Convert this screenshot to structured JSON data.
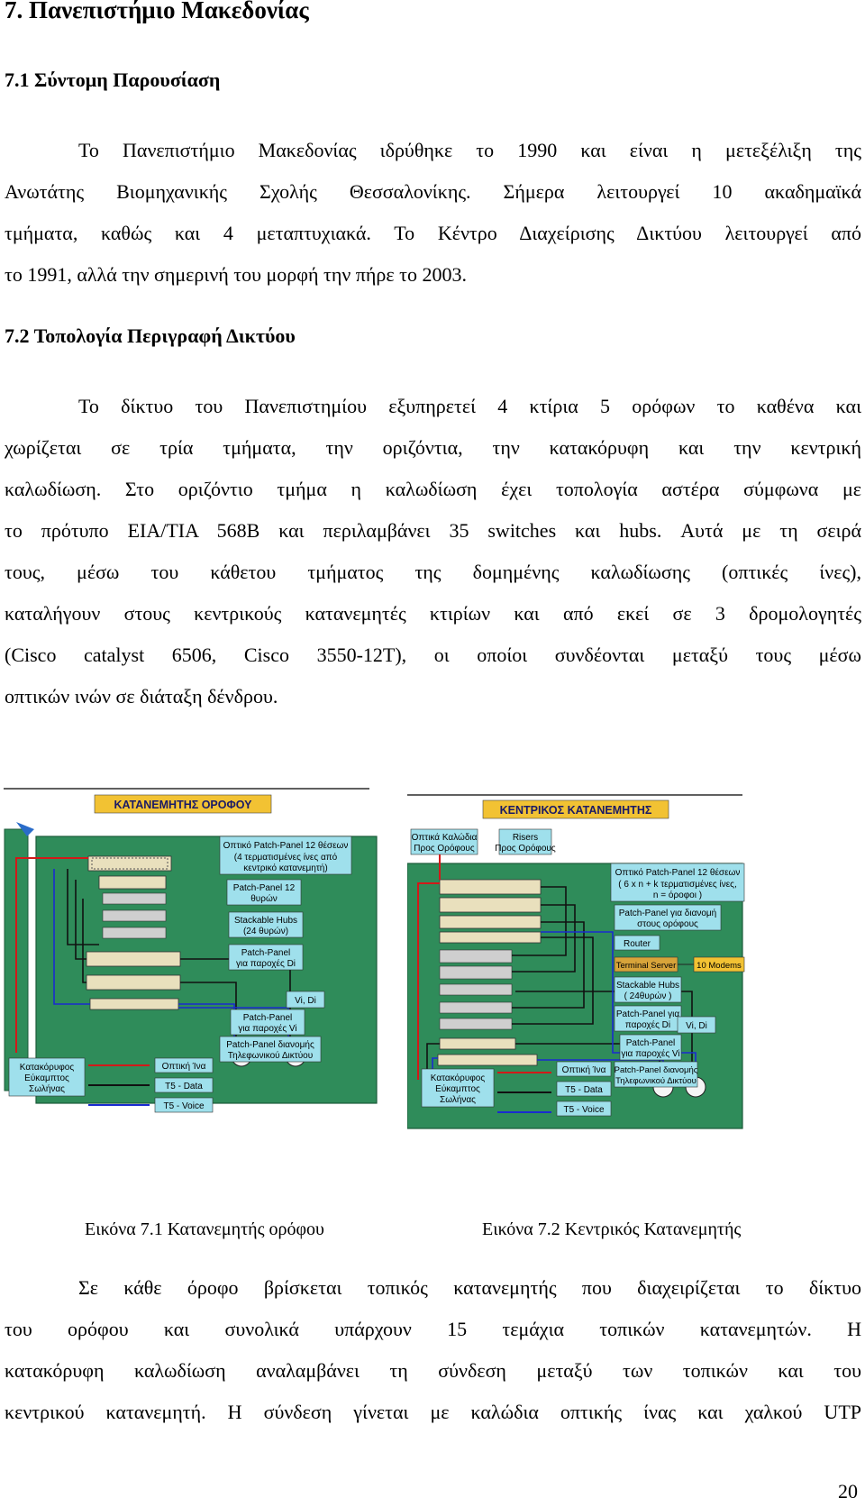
{
  "heading": "7. Πανεπιστήμιο Μακεδονίας",
  "section1": {
    "title": "7.1 Σύντομη Παρουσίαση",
    "lines": [
      "Το Πανεπιστήμιο Μακεδονίας ιδρύθηκε το 1990 και είναι η μετεξέλιξη της",
      "Ανωτάτης Βιομηχανικής Σχολής Θεσσαλονίκης. Σήμερα λειτουργεί 10 ακαδημαϊκά",
      "τμήματα, καθώς και 4 μεταπτυχιακά. Το Κέντρο Διαχείρισης Δικτύου λειτουργεί από",
      "το 1991, αλλά την σημερινή του μορφή την πήρε το 2003."
    ]
  },
  "section2": {
    "title": "7.2 Τοπολογία Περιγραφή Δικτύου",
    "lines": [
      "Το δίκτυο του Πανεπιστημίου εξυπηρετεί 4 κτίρια 5 ορόφων το καθένα και",
      "χωρίζεται σε τρία τμήματα, την οριζόντια, την κατακόρυφη και την κεντρική",
      "καλωδίωση. Στο οριζόντιο τμήμα η καλωδίωση έχει τοπολογία αστέρα σύμφωνα με",
      "το πρότυπο EIA/TIA 568B και περιλαμβάνει 35 switches και hubs. Αυτά με τη σειρά",
      "τους, μέσω του κάθετου τμήματος της δομημένης καλωδίωσης (οπτικές ίνες),",
      "καταλήγουν στους κεντρικούς κατανεμητές κτιρίων και από εκεί σε 3 δρομολογητές",
      "(Cisco catalyst 6506, Cisco 3550-12T), οι οποίοι συνδέονται μεταξύ τους μέσω",
      "οπτικών ινών σε διάταξη δένδρου."
    ]
  },
  "figure1": {
    "title": "ΚΑΤΑΝΕΜΗΤΗΣ ΟΡΟΦΟΥ",
    "labels": {
      "optical_patch": [
        "Οπτικό Patch-Panel 12 θέσεων",
        "(4 τερματισμένες ίνες από",
        "κεντρικό κατανεμητή)"
      ],
      "patch12": [
        "Patch-Panel 12",
        "θυρών"
      ],
      "stackable": [
        "Stackable Hubs",
        "(24 θυρών)"
      ],
      "patch_di": [
        "Patch-Panel",
        "για παροχές Di"
      ],
      "vi_di": "Vi, Di",
      "patch_vi": [
        "Patch-Panel",
        "για παροχές Vi"
      ],
      "patch_phone": [
        "Patch-Panel διανομής",
        "Τηλεφωνικού Δικτύου"
      ],
      "vertical": [
        "Κατακόρυφος",
        "Εύκαμπτος",
        "Σωλήνας"
      ]
    },
    "legend": [
      "Οπτική Ίνα",
      "T5 - Data",
      "T5 - Voice"
    ],
    "caption": "Εικόνα 7.1 Κατανεμητής ορόφου"
  },
  "figure2": {
    "title": "ΚΕΝΤΡΙΚΟΣ ΚΑΤΑΝΕΜΗΤΗΣ",
    "labels": {
      "optical_cables": [
        "Οπτικά Καλώδια",
        "Προς Ορόφους"
      ],
      "risers": [
        "Risers",
        "Προς Ορόφους"
      ],
      "optical_patch": [
        "Οπτικό Patch-Panel 12 θέσεων",
        "( 6 x n + k τερματισμένες ίνες,",
        "n = όροφοι )"
      ],
      "patch_phone_floors": [
        "Patch-Panel για διανομή",
        "στους ορόφους"
      ],
      "router": "Router",
      "terminal_server": "Terminal Server",
      "modems": "10 Modems",
      "stackable": [
        "Stackable Hubs",
        "( 24θυρών )"
      ],
      "patch_di": [
        "Patch-Panel για",
        "παροχές Di"
      ],
      "vi_di": "Vi, Di",
      "patch_vi": [
        "Patch-Panel",
        "για παροχές Vi"
      ],
      "patch_phone": [
        "Patch-Panel διανομής",
        "Τηλεφωνικού Δικτύου"
      ],
      "vertical": [
        "Κατακόρυφος",
        "Εύκαμπτος",
        "Σωλήνας"
      ]
    },
    "legend": [
      "Οπτική Ίνα",
      "T5 - Data",
      "T5 - Voice"
    ],
    "caption": "Εικόνα 7.2 Κεντρικός Κατανεμητής"
  },
  "section3": {
    "lines": [
      "Σε κάθε όροφο βρίσκεται τοπικός κατανεμητής που διαχειρίζεται το δίκτυο",
      "του ορόφου και συνολικά υπάρχουν 15 τεμάχια τοπικών κατανεμητών. Η",
      "κατακόρυφη καλωδίωση αναλαμβάνει τη σύνδεση μεταξύ των τοπικών και του",
      "κεντρικού κατανεμητή. Η σύνδεση γίνεται με καλώδια οπτικής ίνας και χαλκού UTP"
    ]
  },
  "page_number": "20",
  "colors": {
    "green_panel": "#2f8c5a",
    "label_cyan": "#9fe0ec",
    "title_yellow": "#f2c233",
    "fiber": "#d21919",
    "data": "#111111",
    "voice": "#1a2bd0"
  }
}
